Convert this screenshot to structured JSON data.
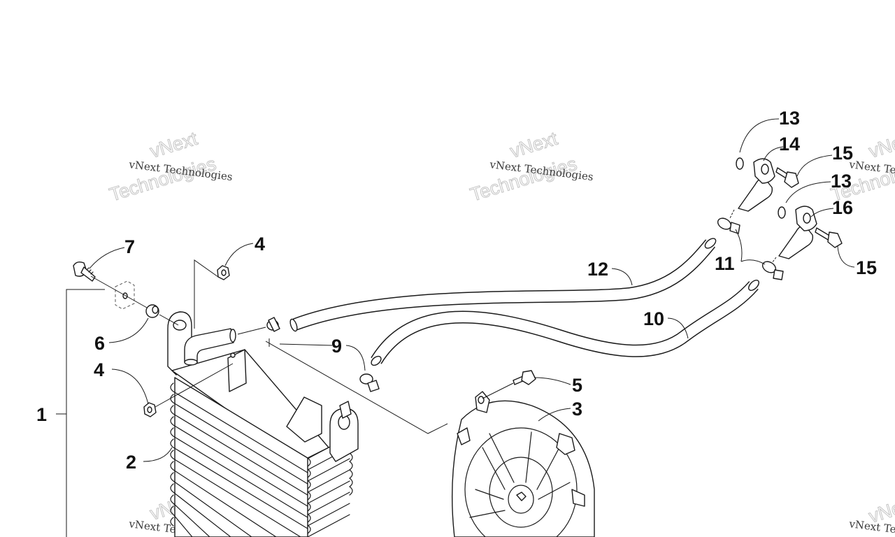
{
  "diagram": {
    "callouts": [
      "1",
      "2",
      "3",
      "4",
      "4",
      "5",
      "6",
      "7",
      "9",
      "10",
      "11",
      "12",
      "13",
      "13",
      "14",
      "15",
      "15",
      "16"
    ]
  },
  "watermark": {
    "company": "vNext Technologies",
    "line1": "vNext",
    "line2": "Technologies"
  }
}
